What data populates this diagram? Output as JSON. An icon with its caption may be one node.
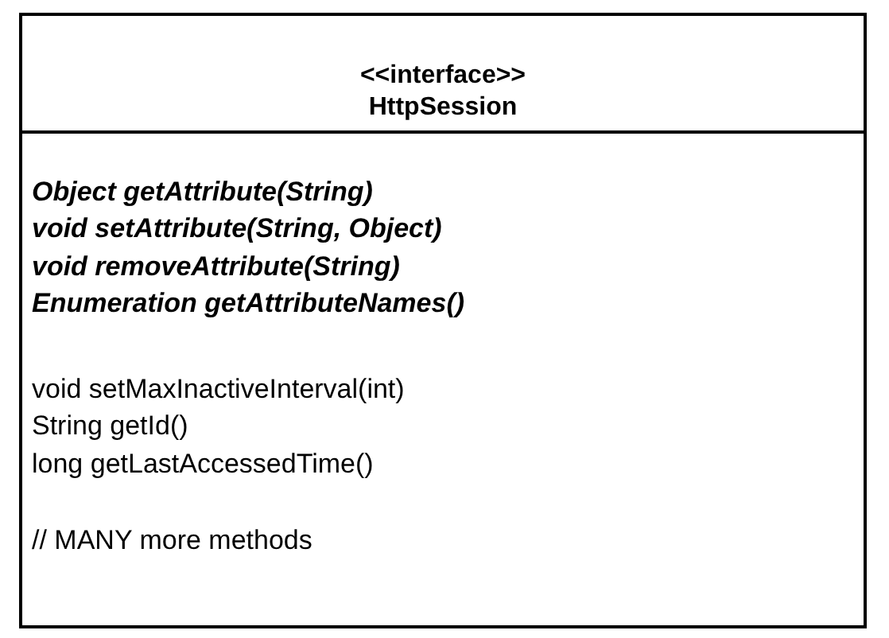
{
  "diagram": {
    "nodes": [
      {
        "text": [
          "<<interface>>",
          "HttpSession",
          "Object getAttribute(String)",
          "void setAttribute(String, Object)",
          "void removeAttribute(String)",
          "Enumeration getAttributeNames()",
          "void setMaxInactiveInterval(int)",
          "String getId()",
          "long getLastAccessedTime()",
          "// MANY more methods"
        ]
      }
    ],
    "edges": []
  }
}
